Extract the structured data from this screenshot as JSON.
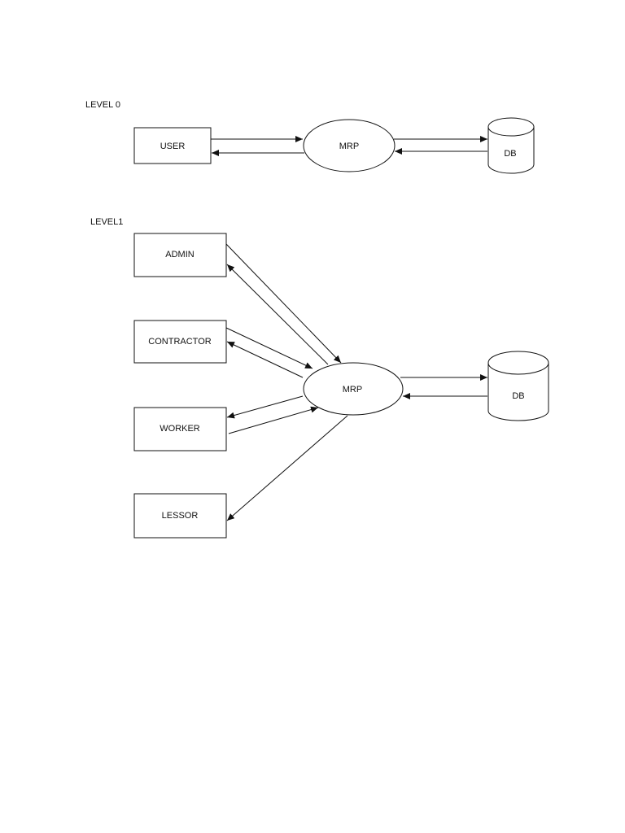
{
  "levels": {
    "level0": {
      "heading": "LEVEL 0",
      "user": "USER",
      "process": "MRP",
      "store": "DB"
    },
    "level1": {
      "heading": "LEVEL1",
      "admin": "ADMIN",
      "contractor": "CONTRACTOR",
      "worker": "WORKER",
      "lessor": "LESSOR",
      "process": "MRP",
      "store": "DB"
    }
  },
  "colors": {
    "stroke": "#111111",
    "background": "#ffffff"
  }
}
